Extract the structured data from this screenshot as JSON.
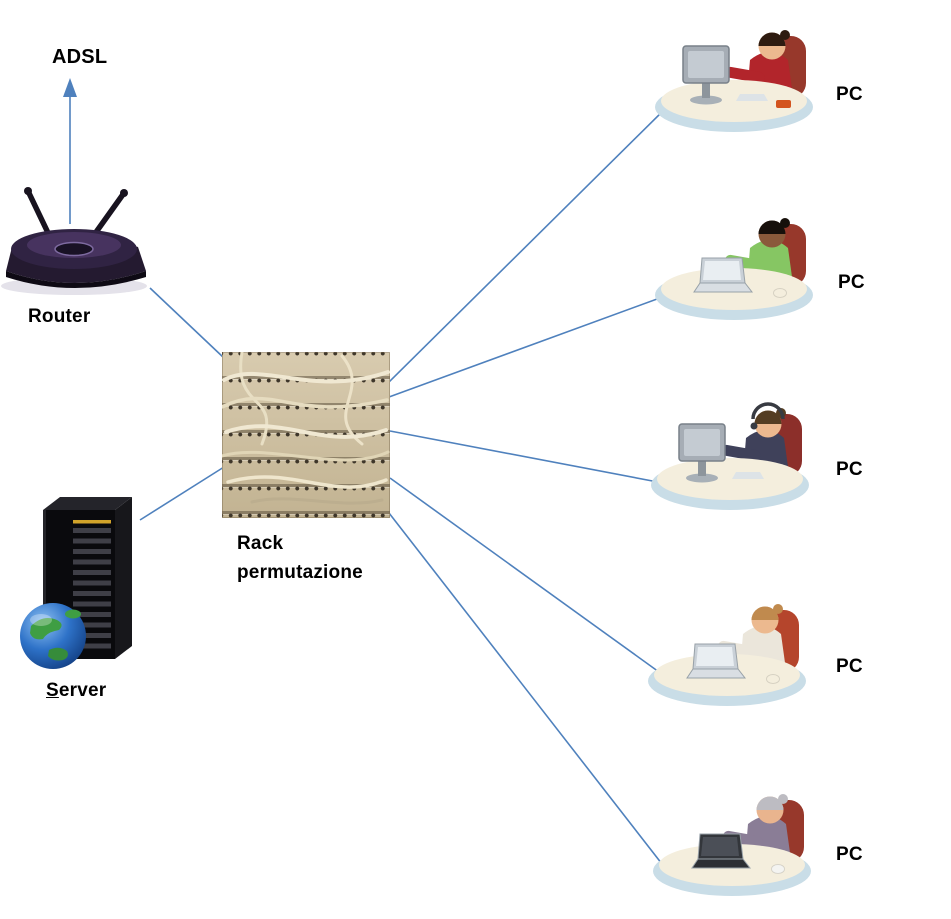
{
  "diagram": {
    "colors": {
      "connection_line": "#4f81bd",
      "label_text": "#000000"
    },
    "adsl": {
      "label": "ADSL"
    },
    "router": {
      "label": "Router"
    },
    "rack": {
      "label_line1": "Rack",
      "label_line2": "permutazione"
    },
    "server": {
      "label": "Server"
    },
    "pcs": [
      {
        "label": "PC"
      },
      {
        "label": "PC"
      },
      {
        "label": "PC"
      },
      {
        "label": "PC"
      },
      {
        "label": "PC"
      }
    ]
  }
}
